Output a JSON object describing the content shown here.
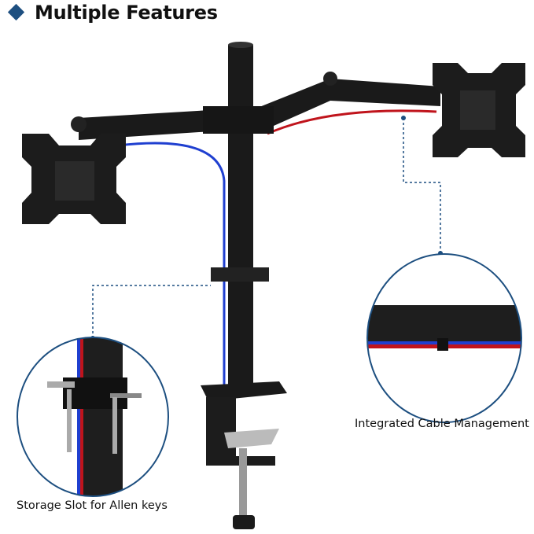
{
  "header": {
    "title": "Multiple Features",
    "bullet_color": "#1d4f80"
  },
  "callouts": [
    {
      "label": "Integrated Cable Management"
    },
    {
      "label": "Storage Slot for Allen keys"
    }
  ],
  "colors": {
    "accent": "#1d4f80",
    "cable_red": "#c0141c",
    "cable_blue": "#1f3fd0",
    "metal": "#1b1b1b"
  }
}
